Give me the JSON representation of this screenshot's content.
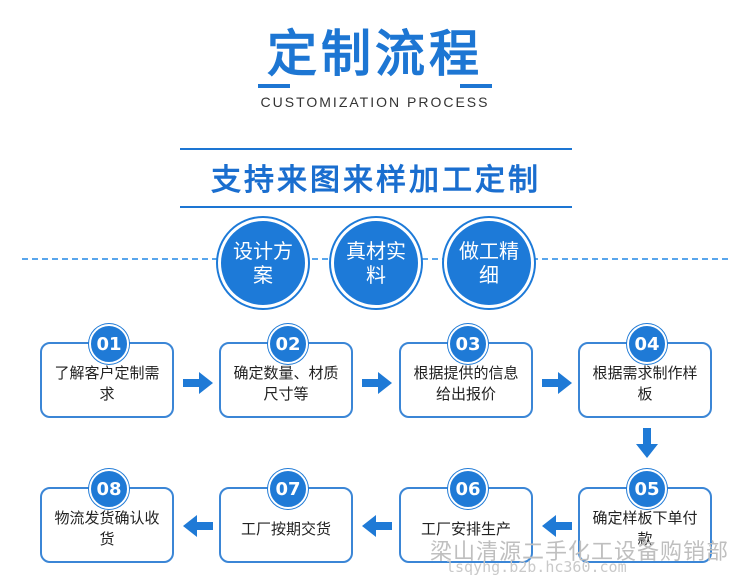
{
  "title": "定制流程",
  "subtitle": "CUSTOMIZATION PROCESS",
  "banner": "支持来图来样加工定制",
  "features": [
    {
      "text": "设计方案"
    },
    {
      "text": "真材实料"
    },
    {
      "text": "做工精细"
    }
  ],
  "steps": [
    {
      "number": "01",
      "text": "了解客户定制需求"
    },
    {
      "number": "02",
      "text": "确定数量、材质尺寸等"
    },
    {
      "number": "03",
      "text": "根据提供的信息给出报价"
    },
    {
      "number": "04",
      "text": "根据需求制作样板"
    },
    {
      "number": "05",
      "text": "确定样板下单付款"
    },
    {
      "number": "07",
      "text": "工厂按期交货"
    },
    {
      "number": "06",
      "text": "工厂安排生产"
    },
    {
      "number": "08",
      "text": "物流发货确认收货"
    }
  ],
  "watermark": {
    "line1": "梁山清源二手化工设备购销部",
    "line2": "lsqyhg.b2b.hc360.com"
  },
  "colors": {
    "accent": "#1d76d3",
    "arrow": "#1f7ad6"
  }
}
